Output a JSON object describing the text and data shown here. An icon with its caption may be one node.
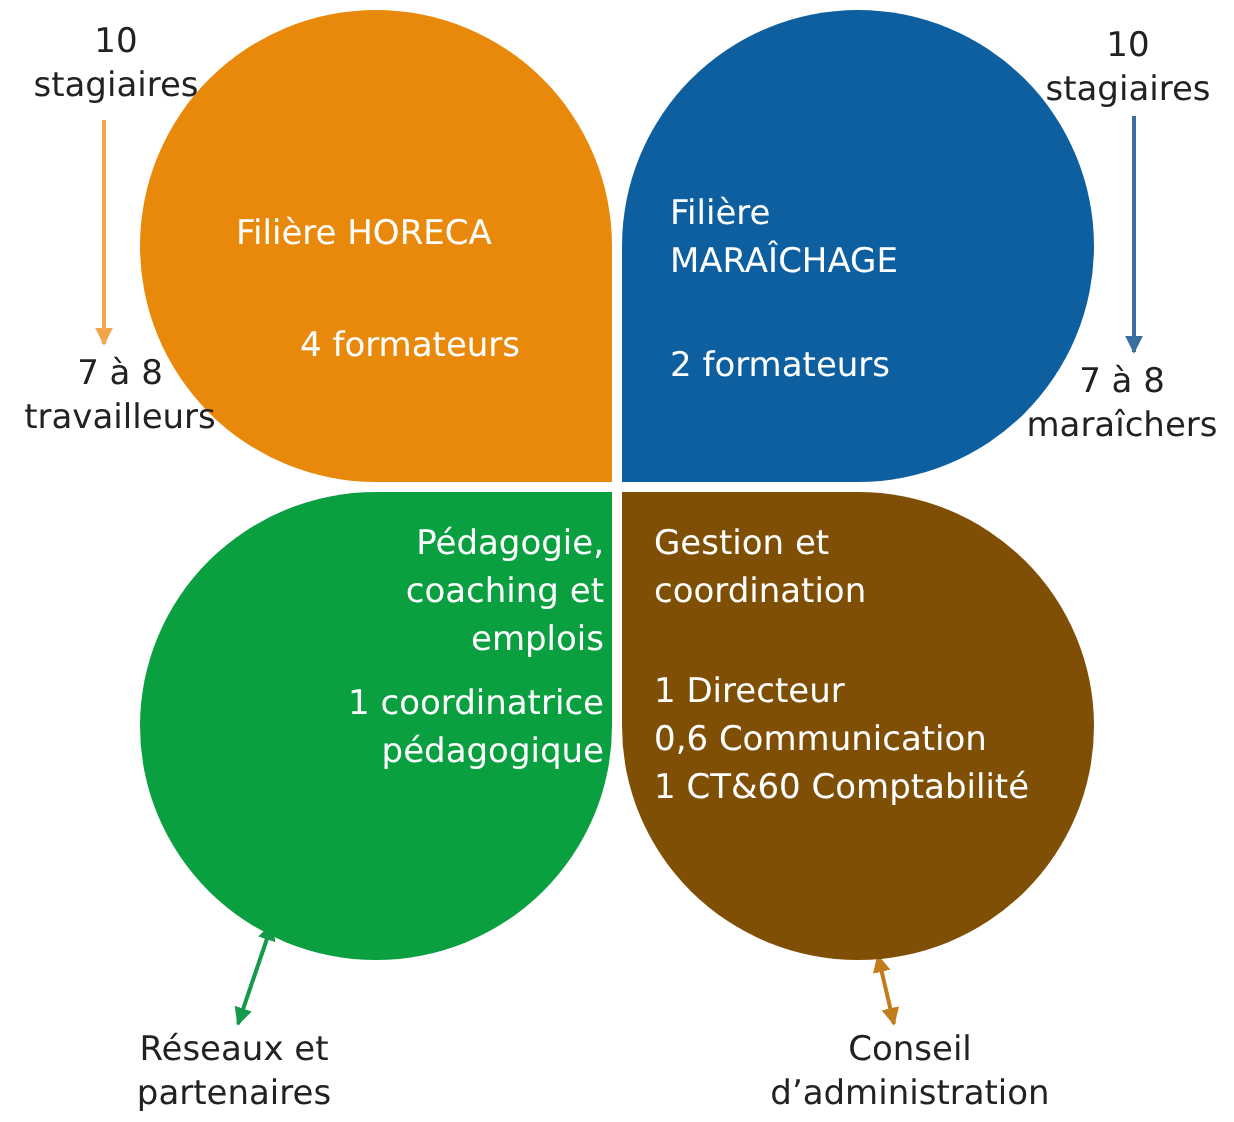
{
  "diagram": {
    "nodes": [
      {
        "text": [
          "Filière HORECA",
          "4 formateurs"
        ]
      },
      {
        "text": [
          "Filière MARAÎCHAGE",
          "2 formateurs"
        ]
      },
      {
        "text": [
          "Pédagogie, coaching et emplois",
          "1 coordinatrice pédagogique"
        ]
      },
      {
        "text": [
          "Gestion et coordination",
          "1 Directeur",
          "0,6 Communication",
          "1 CT&60 Comptabilité"
        ]
      },
      {
        "text": [
          "10 stagiaires"
        ]
      },
      {
        "text": [
          "7 à 8 travailleurs"
        ]
      },
      {
        "text": [
          "10 stagiaires"
        ]
      },
      {
        "text": [
          "7 à 8 maraîchers"
        ]
      },
      {
        "text": [
          "Réseaux et partenaires"
        ]
      },
      {
        "text": [
          "Conseil d’administration"
        ]
      }
    ],
    "edges": [
      {
        "from": 4,
        "to": 5,
        "arrow": "to",
        "color": "#f2a54a"
      },
      {
        "from": 6,
        "to": 7,
        "arrow": "to",
        "color": "#3b6e9e"
      },
      {
        "from": 8,
        "to": 2,
        "arrow": "both",
        "color": "#149a48"
      },
      {
        "from": 9,
        "to": 3,
        "arrow": "both",
        "color": "#c27c1c"
      }
    ]
  }
}
